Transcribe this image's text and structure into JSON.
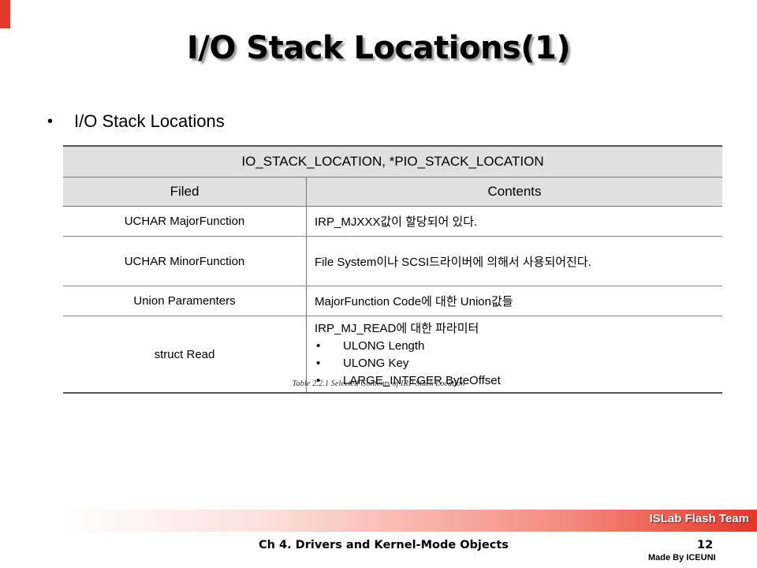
{
  "slide": {
    "title": "I/O Stack Locations(1)",
    "bullet": "I/O Stack Locations",
    "bullet_symbol": "•"
  },
  "table": {
    "header": "IO_STACK_LOCATION,  *PIO_STACK_LOCATION",
    "columns": [
      "Filed",
      "Contents"
    ],
    "rows": [
      {
        "field": "UCHAR MajorFunction",
        "contents": "IRP_MJXXX값이 할당되어 있다."
      },
      {
        "field": "UCHAR MinorFunction",
        "contents": "File System이나 SCSI드라이버에 의해서 사용되어진다."
      },
      {
        "field": "Union Paramenters",
        "contents": "MajorFunction Code에 대한 Union값들"
      },
      {
        "field": "struct Read",
        "contents": "IRP_MJ_READ에 대한 파라미터",
        "items": [
          "ULONG Length",
          "ULONG Key",
          "LARGE_INTEGER ByteOffset"
        ]
      }
    ],
    "caption": "Table 2.2.1 Selected Contents of IRP Stack Location"
  },
  "footer": {
    "team": "ISLab Flash Team",
    "chapter": "Ch 4. Drivers and Kernel-Mode Objects",
    "page": "12",
    "made_by": "Made By ICEUNI"
  },
  "colors": {
    "accent": "#e5372b",
    "table_header_bg": "#e0e0e0"
  }
}
